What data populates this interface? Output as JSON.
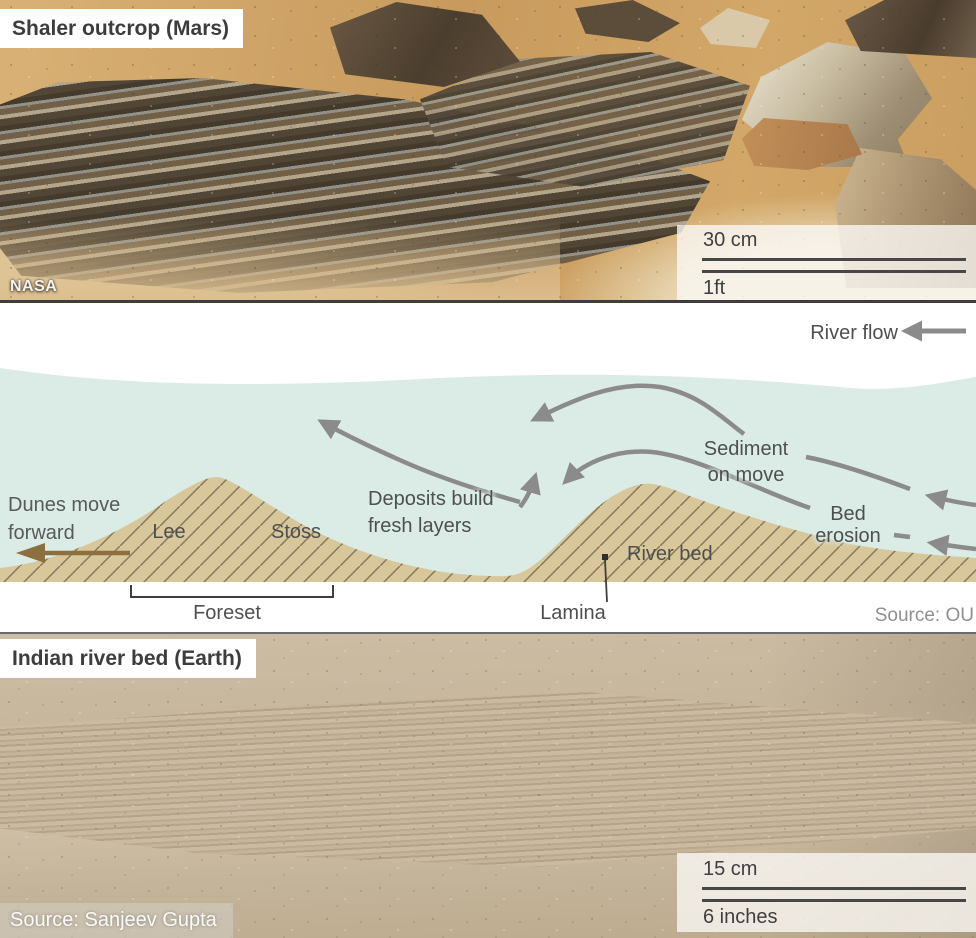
{
  "top_photo": {
    "title": "Shaler outcrop (Mars)",
    "credit": "NASA",
    "scale_metric": "30 cm",
    "scale_imperial": "1ft"
  },
  "diagram": {
    "river_flow": "River flow",
    "dunes_move_line1": "Dunes move",
    "dunes_move_line2": "forward",
    "lee": "Lee",
    "stoss": "Stoss",
    "deposits_line1": "Deposits build",
    "deposits_line2": "fresh layers",
    "sediment_line1": "Sediment",
    "sediment_line2": "on move",
    "bed_line1": "Bed",
    "bed_line2": "erosion",
    "river_bed": "River bed",
    "foreset": "Foreset",
    "lamina": "Lamina",
    "source": "Source: OU"
  },
  "bottom_photo": {
    "title": "Indian river bed (Earth)",
    "credit": "Source: Sanjeev Gupta",
    "scale_metric": "15 cm",
    "scale_imperial": "6 inches"
  },
  "colors": {
    "water": "#daece5",
    "dune_sand": "#d9c79c",
    "hatch_line": "#85795a",
    "arrow_gray": "#8b8b8b",
    "dune_arrow_brown": "#8c6f3e",
    "label_text": "#4f4f4f",
    "source_text": "#8f8f8f"
  }
}
